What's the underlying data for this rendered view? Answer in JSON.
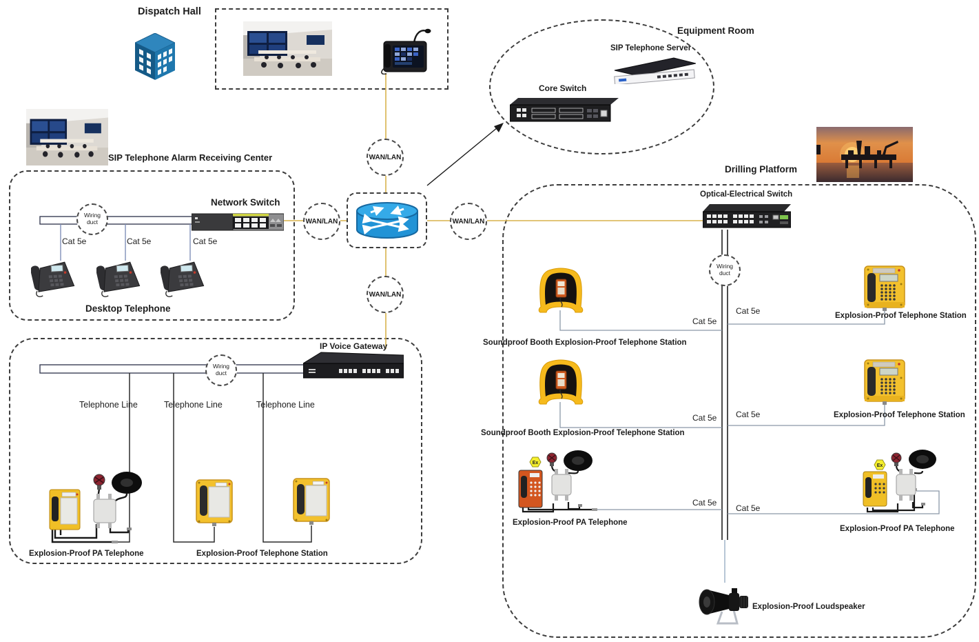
{
  "titles": {
    "dispatch_hall": "Dispatch Hall",
    "equipment_room": "Equipment Room",
    "alarm_center": "SIP Telephone Alarm Receiving Center",
    "drilling_platform": "Drilling Platform"
  },
  "devices": {
    "sip_server": "SIP Telephone Server",
    "core_switch": "Core Switch",
    "network_switch": "Network Switch",
    "desktop_telephone": "Desktop Telephone",
    "ip_voice_gateway": "IP Voice Gateway",
    "optical_switch": "Optical-Electrical Switch",
    "loudspeaker": "Explosion-Proof Loudspeaker"
  },
  "links": {
    "wan_lan": [
      "WAN/LAN",
      "WAN/LAN",
      "WAN/LAN",
      "WAN/LAN"
    ],
    "wiring_duct": [
      "Wiring duct",
      "Wiring duct",
      "Wiring duct"
    ],
    "cat5e_alarm": [
      "Cat 5e",
      "Cat 5e",
      "Cat 5e"
    ],
    "telephone_line": [
      "Telephone Line",
      "Telephone Line",
      "Telephone Line"
    ],
    "cat5e_drilling": [
      "Cat 5e",
      "Cat 5e",
      "Cat 5e",
      "Cat 5e",
      "Cat 5e",
      "Cat 5e"
    ]
  },
  "stations": {
    "pa_bottom_left": "Explosion-Proof PA Telephone",
    "station_bottom_left": "Explosion-Proof Telephone Station",
    "booths": [
      "Soundproof Booth Explosion-Proof Telephone Station",
      "Soundproof Booth Explosion-Proof Telephone Station"
    ],
    "stations_right": [
      "Explosion-Proof Telephone Station",
      "Explosion-Proof Telephone Station"
    ],
    "pa_right": [
      "Explosion-Proof PA Telephone",
      "Explosion-Proof PA Telephone"
    ],
    "loudspeaker": "Explosion-Proof Loudspeaker"
  },
  "badges": {
    "ex": "Ex"
  },
  "colors": {
    "backbone_yellow": "#d9b24c",
    "cat5e_blue": "#8090b8",
    "trunk_black": "#1f1f1f",
    "connection_gray": "#8a97a8",
    "station_yellow": "#f0bf26",
    "booth_yellow": "#f6ba1c",
    "router_blue": "#2596d1",
    "building_blue": "#2d7cb3"
  }
}
